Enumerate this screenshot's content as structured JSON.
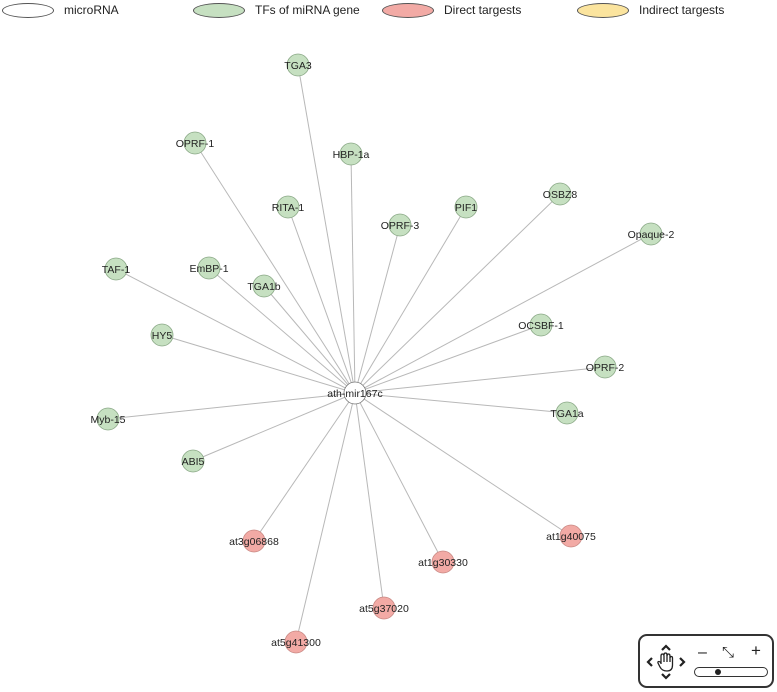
{
  "legend": {
    "items": [
      {
        "label": "microRNA",
        "color": "#ffffff"
      },
      {
        "label": "TFs of miRNA gene",
        "color": "#c6e0c1"
      },
      {
        "label": "Direct targests",
        "color": "#f2aaa5"
      },
      {
        "label": "Indirect targests",
        "color": "#fbe49e"
      }
    ]
  },
  "colors": {
    "microRNA": "#ffffff",
    "tf": "#c6e0c1",
    "direct": "#f2aaa5",
    "node_stroke": "#8aa886",
    "direct_stroke": "#c98984",
    "edge": "#b8b8b8"
  },
  "graph": {
    "center": {
      "id": "ath-mir167c",
      "label": "ath-mir167c",
      "type": "microRNA"
    },
    "nodes": [
      {
        "id": "TGA3",
        "label": "TGA3",
        "type": "tf"
      },
      {
        "id": "OPRF-1",
        "label": "OPRF-1",
        "type": "tf"
      },
      {
        "id": "HBP-1a",
        "label": "HBP-1a",
        "type": "tf"
      },
      {
        "id": "RITA-1",
        "label": "RITA-1",
        "type": "tf"
      },
      {
        "id": "PIF1",
        "label": "PIF1",
        "type": "tf"
      },
      {
        "id": "OSBZ8",
        "label": "OSBZ8",
        "type": "tf"
      },
      {
        "id": "OPRF-3",
        "label": "OPRF-3",
        "type": "tf"
      },
      {
        "id": "Opaque-2",
        "label": "Opaque-2",
        "type": "tf"
      },
      {
        "id": "TAF-1",
        "label": "TAF-1",
        "type": "tf"
      },
      {
        "id": "EmBP-1",
        "label": "EmBP-1",
        "type": "tf"
      },
      {
        "id": "TGA1b",
        "label": "TGA1b",
        "type": "tf"
      },
      {
        "id": "OCSBF-1",
        "label": "OCSBF-1",
        "type": "tf"
      },
      {
        "id": "HY5",
        "label": "HY5",
        "type": "tf"
      },
      {
        "id": "OPRF-2",
        "label": "OPRF-2",
        "type": "tf"
      },
      {
        "id": "Myb-15",
        "label": "Myb-15",
        "type": "tf"
      },
      {
        "id": "TGA1a",
        "label": "TGA1a",
        "type": "tf"
      },
      {
        "id": "ABI5",
        "label": "ABI5",
        "type": "tf"
      },
      {
        "id": "at1g40075",
        "label": "at1g40075",
        "type": "direct"
      },
      {
        "id": "at3g06868",
        "label": "at3g06868",
        "type": "direct"
      },
      {
        "id": "at1g30330",
        "label": "at1g30330",
        "type": "direct"
      },
      {
        "id": "at5g37020",
        "label": "at5g37020",
        "type": "direct"
      },
      {
        "id": "at5g41300",
        "label": "at5g41300",
        "type": "direct"
      }
    ]
  },
  "controls": {
    "pan_icon": "hand-pan-icon",
    "zoom_out_symbol": "–",
    "fit_symbol": "⤡",
    "zoom_in_symbol": "+",
    "zoom_level": 0.3
  }
}
